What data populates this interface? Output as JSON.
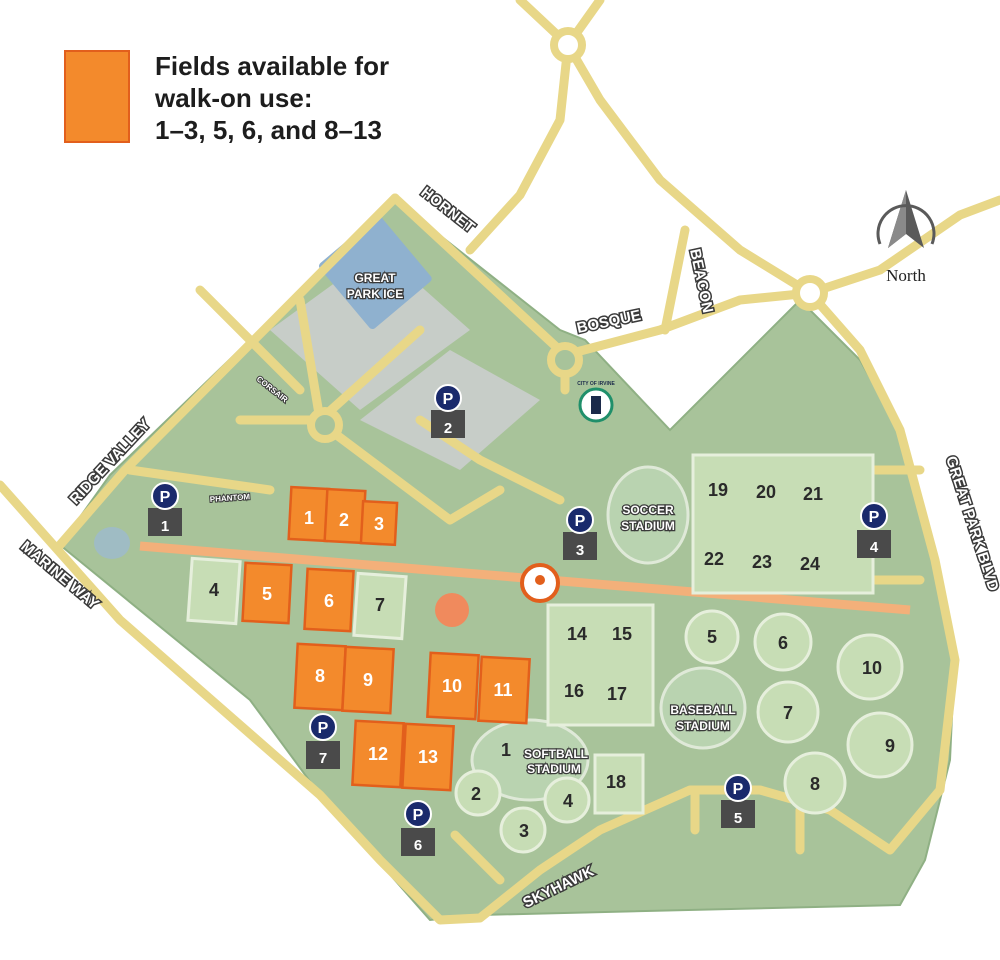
{
  "legend": {
    "color": "#f38a2c",
    "lines": [
      "Fields available for",
      "walk-on use:",
      "1–3, 5, 6, and 8–13"
    ]
  },
  "north": {
    "label": "North",
    "icon": "north-arrow-icon"
  },
  "roads": {
    "hornet": "HORNET",
    "beacon": "BEACON",
    "bosque": "BOSQUE",
    "ridge_valley": "RIDGE VALLEY",
    "marine_way": "MARINE WAY",
    "skyhawk": "SKYHAWK",
    "great_park_blvd": "GREAT PARK BLVD",
    "corsair": "CORSAIR",
    "phantom": "PHANTOM"
  },
  "venues": {
    "great_park_ice": [
      "GREAT",
      "PARK ICE"
    ],
    "soccer_stadium": [
      "SOCCER",
      "STADIUM"
    ],
    "baseball_stadium": [
      "BASEBALL",
      "STADIUM"
    ],
    "softball_stadium": [
      "SOFTBALL",
      "STADIUM"
    ],
    "city_logo": "CITY OF IRVINE"
  },
  "parking_symbol": "P",
  "parking": [
    "1",
    "2",
    "3",
    "4",
    "5",
    "6",
    "7"
  ],
  "walkon_fields": [
    "1",
    "2",
    "3",
    "5",
    "6",
    "8",
    "9",
    "10",
    "11",
    "12",
    "13"
  ],
  "soccer_fields": [
    "4",
    "7",
    "14",
    "15",
    "16",
    "17",
    "18",
    "19",
    "20",
    "21",
    "22",
    "23",
    "24"
  ],
  "baseball_fields": [
    "5",
    "6",
    "7",
    "8",
    "9",
    "10"
  ],
  "softball_fields": [
    "1",
    "2",
    "3",
    "4"
  ]
}
